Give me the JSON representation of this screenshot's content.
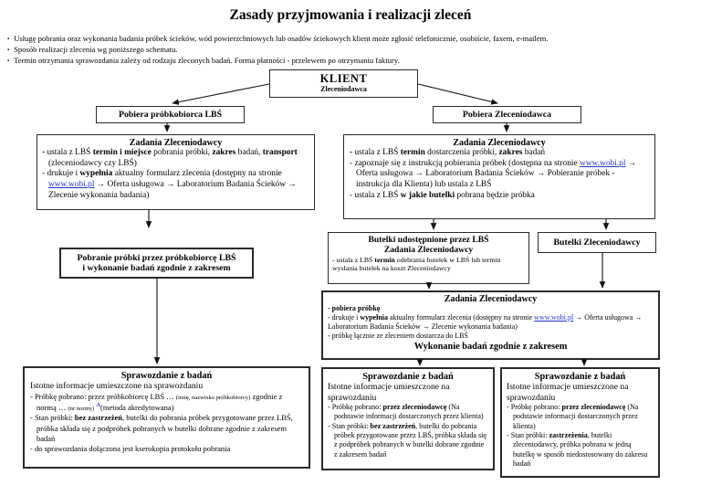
{
  "page": {
    "title": "Zasady przyjmowania i realizacji zleceń",
    "notes": [
      "Usługę pobrania oraz wykonania badania próbek ścieków, wód powierzchniowych  lub osadów ściekowych klient może zgłosić telefonicznie, osobiście, faxem, e-mailem.",
      "Sposób realizacji zlecenia wg poniższego schematu.",
      "Termin otrzymania sprawozdania zależy od rodzaju zleconych badań.  Forma płatności - przelewem po otrzymaniu faktury."
    ]
  },
  "colors": {
    "link_blue": "#2233cc",
    "text": "#000000",
    "border": "#2a2a2a"
  },
  "flow": {
    "klient": {
      "title": "KLIENT",
      "subtitle": "Zleceniodawca"
    },
    "left": {
      "pobiera": "Pobiera próbkobiorca LBŚ",
      "zadania": {
        "title": "Zadania Zleceniodawcy",
        "items": [
          "**-** ustala z LBŚ **termin i miejsce** pobrania próbki, **zakres** badań, **transport** (zleceniodawcy czy LBŚ)",
          "- drukuje i **wypełnia** aktualny formularz zlecenia (dostępny na stronie [u]www.wobi.pl[/u] → Oferta usługowa → Laboratorium Badania Ścieków → Zlecenie wykonania badania)"
        ]
      },
      "pobranie_line1": "Pobranie próbki przez próbkobiorcę LBŚ",
      "pobranie_line2": "i wykonanie badań zgodnie z zakresem",
      "sprawozdanie": {
        "title": "Sprawozdanie z badań",
        "subtitle": "Istotne informacje umieszczone na sprawozdaniu",
        "items": [
          "- Próbkę pobrano: przez próbkobiorcę LBŚ … [small](imię, nazwisko próbkobiorcy)[/small] zgodnie z normą … [small](nr normy)[/small] [sup]A[/sup](metoda akredytowana)",
          "- Stan próbki: **bez zastrzeżeń**,  butelki do pobrania próbek przygotowane przez LBŚ, próbka składa się z podpróbek pobranych w butelki dobrane zgodnie z zakresem badań",
          "- do sprawozdania dołączona jest kserokopia protokołu pobrania"
        ]
      }
    },
    "right": {
      "pobiera": "Pobiera Zleceniodawca",
      "zadania": {
        "title": "Zadania Zleceniodawcy",
        "items": [
          "**-** ustala z LBŚ **termin** dostarczenia próbki, **zakres** badań",
          "- zapoznaje się z instrukcją pobierania próbek (dostępna na stronie [u]www.wobi.pl[/u] → Oferta usługowa → Laboratorium Badania Ścieków → Pobieranie próbek - instrukcja dla Klienta) lub ustala z LBŚ",
          "- ustala z LBŚ **w jakie butelki** pobrana będzie próbka"
        ]
      },
      "butelki_lbs": {
        "title1": "Butelki udostępnione przez LBŚ",
        "title2": "Zadania Zleceniodawcy",
        "items": [
          "- ustala z LBŚ **termin** odebrania butelek w LBŚ lub termin wysłania butelek na koszt Zleceniodawcy"
        ]
      },
      "butelki_zlec": "Butelki Zleceniodawcy",
      "zadania_wide": {
        "title": "Zadania Zleceniodawcy",
        "items": [
          "**- pobiera próbkę**",
          "- drukuje i **wypełnia** aktualny formularz zlecenia (dostępny na stronie [u]www.wobi.pl[/u] → Oferta usługowa → Laboratorium Badania Ścieków → Zlecenie wykonania badania)",
          "- próbkę łącznie ze zleceniem dostarcza do LBŚ"
        ],
        "footer": "Wykonanie badań zgodnie z zakresem"
      },
      "sprawozdanie_mid": {
        "title": "Sprawozdanie z badań",
        "subtitle": "Istotne informacje umieszczone na sprawozdaniu",
        "items": [
          "- Próbkę pobrano: **przez zleceniodawcę** (Na podstawie informacji dostarczonych przez klienta)",
          "- Stan próbki: **bez zastrzeżeń**,  butelki do pobrania próbek przygotowane przez LBŚ, próbka składa się z podpróbek pobranych w butelki dobrane zgodnie z zakresem badań"
        ]
      },
      "sprawozdanie_right": {
        "title": "Sprawozdanie z badań",
        "subtitle": "Istotne informacje umieszczone na sprawozdaniu",
        "items": [
          "- Próbkę pobrano: **przez zleceniodawcę** (Na podstawie informacji dostarczonych przez  klienta)",
          "- Stan próbki: **zastrzeżenia**,  butelki zleceniodawcy, próbka pobrana w jedną butelkę w sposób niedostosowany do zakresu badań"
        ]
      }
    }
  }
}
